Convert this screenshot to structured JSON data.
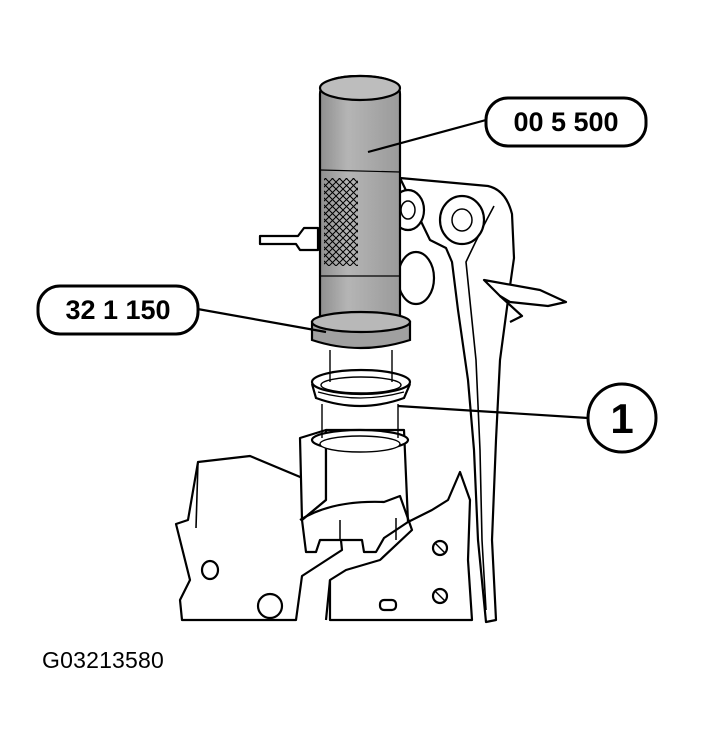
{
  "callouts": {
    "tool_sleeve": "00 5 500",
    "tool_driver": "32 1 150",
    "part_seal": "1"
  },
  "figure_id": "G03213580",
  "colors": {
    "line": "#000000",
    "tool_fill": "#a3a3a3",
    "tool_highlight": "#bdbdbd",
    "background": "#ffffff"
  }
}
